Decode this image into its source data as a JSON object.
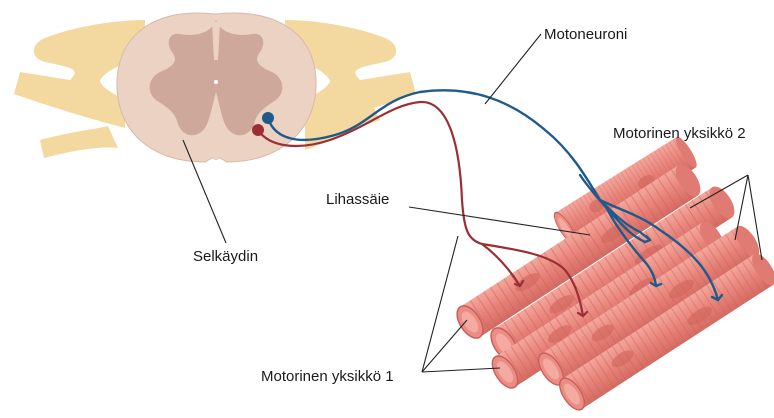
{
  "labels": {
    "motoneuron": "Motoneuroni",
    "motor_unit_2": "Motorinen yksikkö 2",
    "muscle_fiber": "Lihassäie",
    "spinal_cord": "Selkäydin",
    "motor_unit_1": "Motorinen yksikkö 1"
  },
  "colors": {
    "nerve_root": "#f3d9a0",
    "spinal_cord": "#ecd2c3",
    "gray_matter": "#c9a294",
    "neuron_blue": "#1f5a8a",
    "neuron_red": "#9b2f35",
    "muscle": "#e8827b",
    "muscle_light": "#f09a90",
    "muscle_dark": "#c95f5a"
  }
}
